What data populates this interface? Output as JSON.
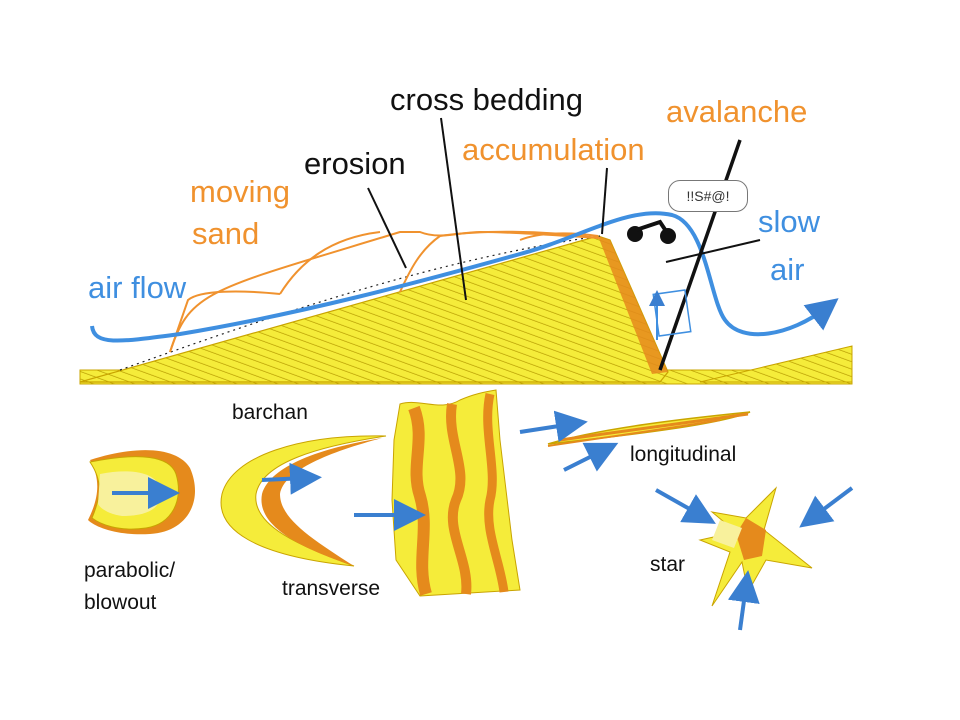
{
  "colors": {
    "sand": "#f5ec3a",
    "sand_edge": "#c9a400",
    "orange": "#f0922e",
    "dark_orange": "#e58a1c",
    "blue": "#3f8fe0",
    "arrow_blue": "#3a7fd0",
    "text_black": "#111111"
  },
  "labels": {
    "cross_bedding": "cross bedding",
    "avalanche": "avalanche",
    "accumulation": "accumulation",
    "erosion": "erosion",
    "moving": "moving",
    "sand": "sand",
    "air_flow": "air flow",
    "slow": "slow",
    "air": "air",
    "speech": "!!S#@!"
  },
  "dune_types": {
    "barchan": "barchan",
    "parabolic": "parabolic/",
    "blowout": "blowout",
    "transverse": "transverse",
    "longitudinal": "longitudinal",
    "star": "star"
  }
}
